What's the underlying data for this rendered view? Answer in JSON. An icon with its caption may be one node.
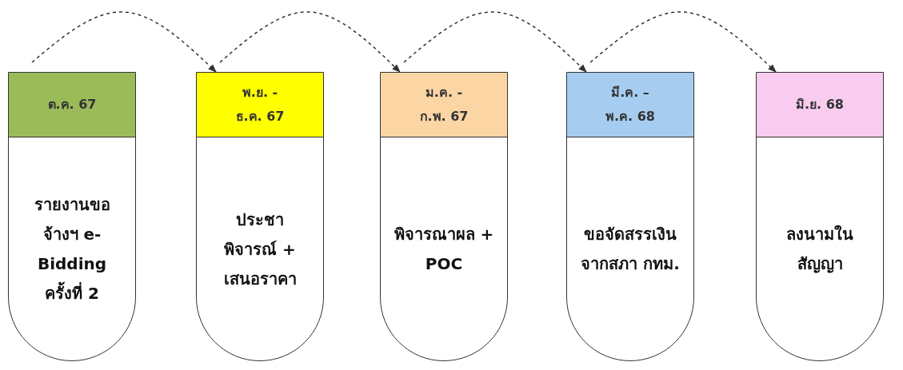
{
  "diagram": {
    "nodes": [
      {
        "text": [
          "ต.ค. 67",
          "รายงานขอจ้างฯ e-Bidding ครั้งที่ 2"
        ]
      },
      {
        "text": [
          "พ.ย. - ธ.ค. 67",
          "ประชาพิจารณ์ + เสนอราคา"
        ]
      },
      {
        "text": [
          "ม.ค. - ก.พ. 67",
          "พิจารณาผล + POC"
        ]
      },
      {
        "text": [
          "มี.ค. – พ.ค. 68",
          "ขอจัดสรรเงินจากสภา กทม."
        ]
      },
      {
        "text": [
          "มิ.ย. 68",
          "ลงนามในสัญญา"
        ]
      }
    ],
    "edges": [
      {
        "from": 0,
        "to": 1,
        "arrow": "to",
        "style": "dashed"
      },
      {
        "from": 1,
        "to": 2,
        "arrow": "to",
        "style": "dashed"
      },
      {
        "from": 2,
        "to": 3,
        "arrow": "to",
        "style": "dashed"
      },
      {
        "from": 3,
        "to": 4,
        "arrow": "to",
        "style": "dashed"
      }
    ]
  }
}
